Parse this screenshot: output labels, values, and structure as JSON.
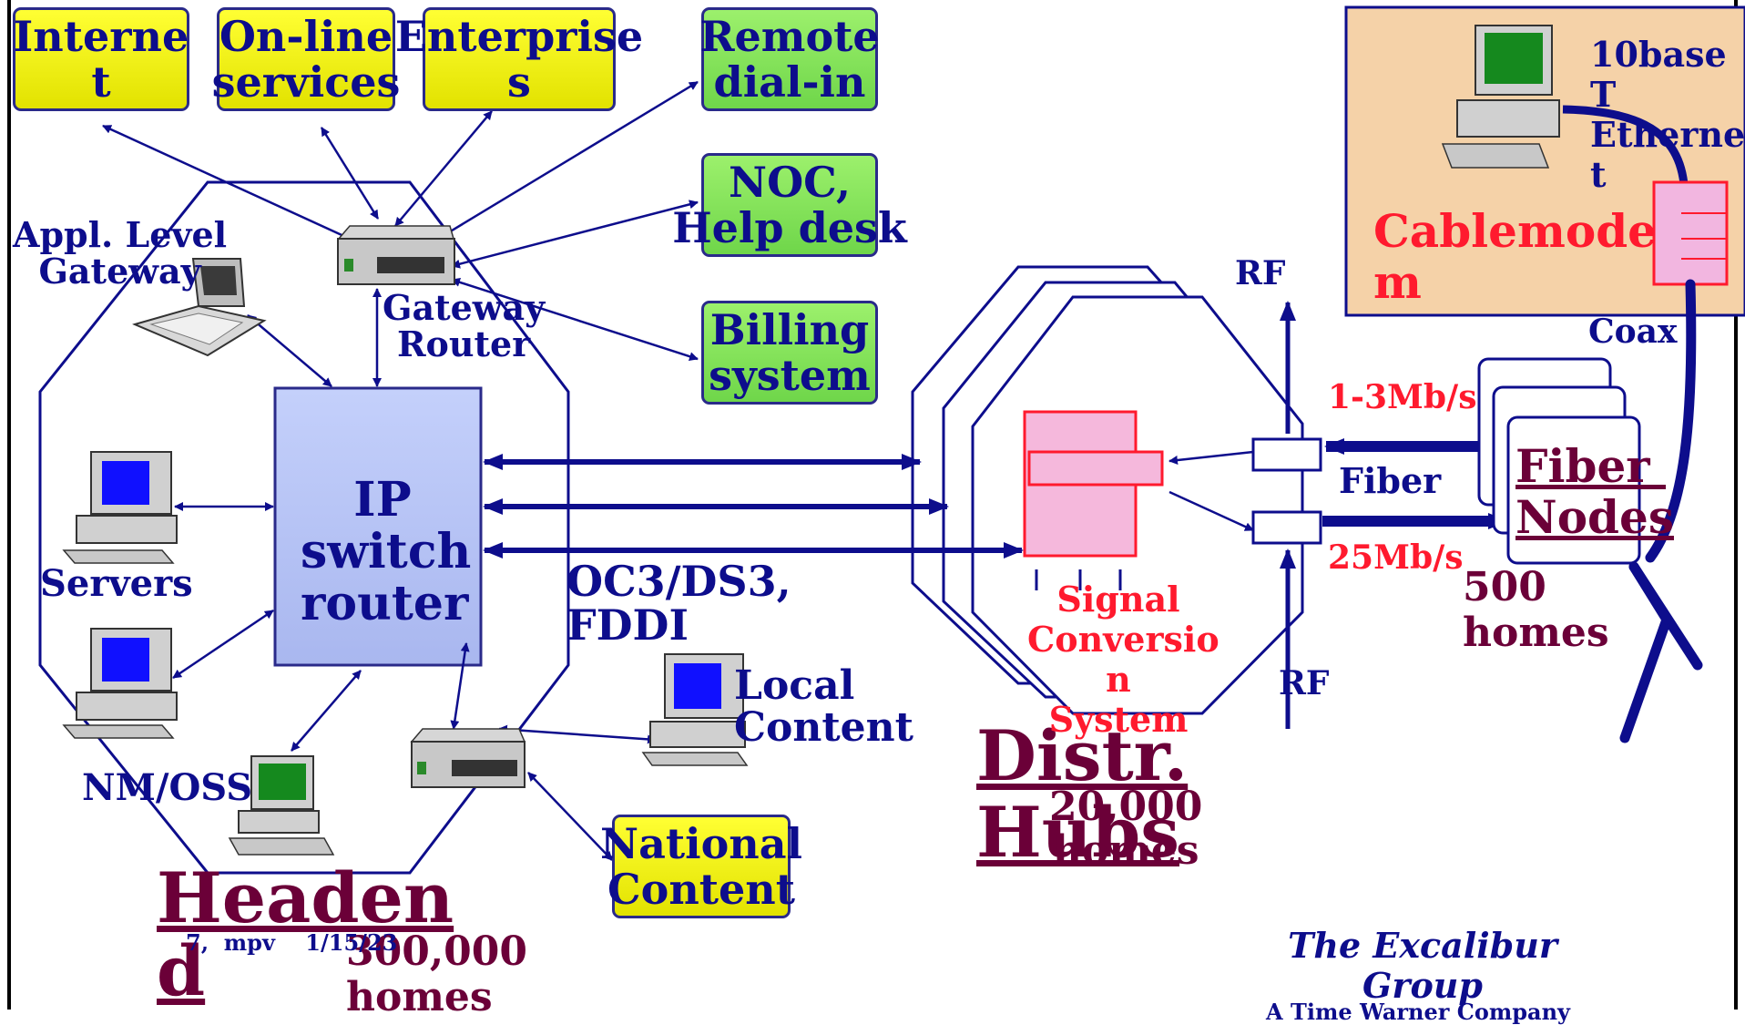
{
  "colors": {
    "navy": "#0d0d8c",
    "red": "#ff1a2e",
    "maroon": "#6b0038",
    "yellow_box": "#f0f000",
    "green_box": "#7fe05a",
    "ip_switch_fill": "#b8c6f8",
    "cable_panel": "#f5d2a8",
    "signal_pink": "#f5b8dc"
  },
  "headend_boxes": {
    "internet": "Interne\nt",
    "online_services": "On-line\nservices",
    "enterprises": "Enterprise\ns",
    "remote_dialin": "Remote\ndial-in",
    "noc": "NOC,\nHelp desk",
    "billing": "Billing\nsystem",
    "national_content": "National\nContent"
  },
  "labels": {
    "appl_gateway": "Appl. Level\nGateway",
    "gateway_router": "Gateway\nRouter",
    "ip_switch_router": "IP\nswitch\nrouter",
    "servers": "Servers",
    "nm_oss": "NM/OSS",
    "oc3": "OC3/DS3,\nFDDI",
    "local_content": "Local\nContent",
    "headend": "Headen\nd",
    "headend_homes": "300,000\nhomes",
    "footer_page": "7,  mpv    1/15/23",
    "distr_hubs": "Distr.\nHubs",
    "hub_homes": "20,000\nhomes",
    "signal_conversion": "Signal\nConversio\nn\nSystem",
    "rf_top": "RF",
    "rf_bottom": "RF",
    "rate_upstream": "1-3Mb/s",
    "rate_downstream": "25Mb/s",
    "fiber": "Fiber",
    "fiber_nodes": "Fiber \nNodes",
    "node_homes": "500\nhomes",
    "coax": "Coax",
    "ethernet": "10base\nT\nEtherne\nt",
    "cablemodem": "Cablemode\nm",
    "brand": "The Excalibur\nGroup",
    "brand_sub": "A Time Warner Company"
  }
}
